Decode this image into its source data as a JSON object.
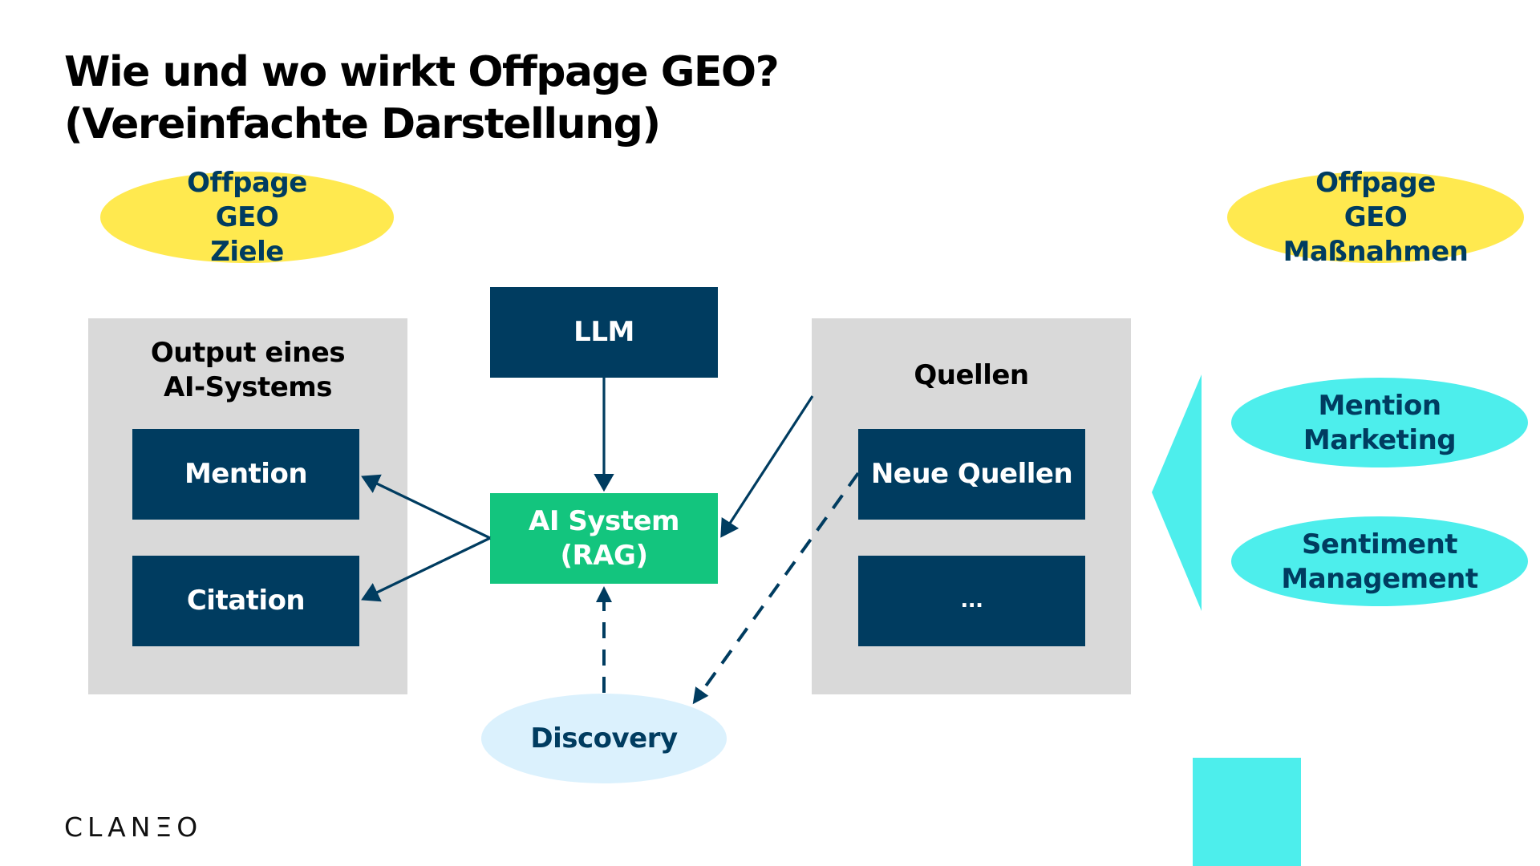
{
  "slide": {
    "title_line1": "Wie und wo wirkt Offpage GEO?",
    "title_line2": "(Vereinfachte Darstellung)"
  },
  "colors": {
    "navy": "#003c60",
    "green": "#13c57e",
    "gray": "#d9d9d9",
    "yellow": "#ffe94f",
    "cyan": "#4deeec",
    "light_blue": "#dbf1fd"
  },
  "goals_badge": {
    "lines": [
      "Offpage",
      "GEO",
      "Ziele"
    ]
  },
  "measures_badge": {
    "lines": [
      "Offpage",
      "GEO",
      "Maßnahmen"
    ]
  },
  "output_group": {
    "label_line1": "Output eines",
    "label_line2": "AI-Systems",
    "items": [
      "Mention",
      "Citation"
    ]
  },
  "llm": {
    "label": "LLM"
  },
  "ai_system": {
    "label_line1": "AI System",
    "label_line2": "(RAG)"
  },
  "sources_group": {
    "label": "Quellen",
    "items": [
      "Neue Quellen",
      "..."
    ]
  },
  "discovery": {
    "label": "Discovery"
  },
  "measures": [
    {
      "lines": [
        "Mention",
        "Marketing"
      ]
    },
    {
      "lines": [
        "Sentiment",
        "Management"
      ]
    }
  ],
  "connections": [
    {
      "from": "LLM",
      "to": "AI System (RAG)",
      "style": "solid"
    },
    {
      "from": "AI System (RAG)",
      "to": "Mention",
      "style": "solid"
    },
    {
      "from": "AI System (RAG)",
      "to": "Citation",
      "style": "solid"
    },
    {
      "from": "Quellen",
      "to": "AI System (RAG)",
      "style": "solid"
    },
    {
      "from": "Discovery",
      "to": "AI System (RAG)",
      "style": "dashed"
    },
    {
      "from": "Neue Quellen",
      "to": "Discovery",
      "style": "dashed"
    }
  ],
  "logo": {
    "text": "CLANΞO"
  }
}
